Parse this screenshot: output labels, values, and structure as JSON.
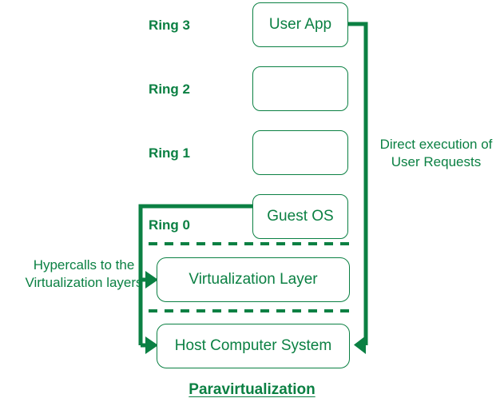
{
  "diagram": {
    "title": "Paravirtualization",
    "accent_color": "#0b8043",
    "background_color": "#ffffff",
    "rings": [
      {
        "label": "Ring 3",
        "box_text": "User App"
      },
      {
        "label": "Ring 2",
        "box_text": ""
      },
      {
        "label": "Ring 1",
        "box_text": ""
      },
      {
        "label": "Ring 0",
        "box_text": "Guest OS"
      }
    ],
    "layers": [
      {
        "text": "Virtualization Layer"
      },
      {
        "text": "Host Computer System"
      }
    ],
    "annotations": {
      "right_label": "Direct execution of\nUser Requests",
      "left_label": "Hypercalls to the\nVirtualization layers"
    }
  }
}
